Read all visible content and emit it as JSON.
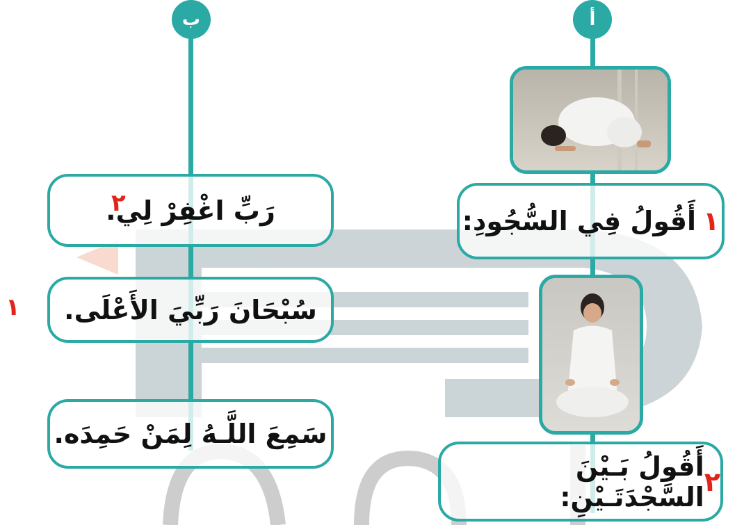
{
  "columns": {
    "right": {
      "badge": "أ"
    },
    "left": {
      "badge": "ب"
    }
  },
  "right_boxes": [
    {
      "number": "١",
      "text": "أَقُولُ فِي السُّجُودِ:"
    },
    {
      "number": "٢",
      "text": "أَقُولُ بَـيْنَ السَّجْدَتَـيْنِ:"
    }
  ],
  "left_boxes": [
    {
      "number": "٢",
      "text": "رَبِّ اغْفِرْ لِي."
    },
    {
      "number": "١",
      "text": "سُبْحَانَ رَبِّيَ الأَعْلَى."
    },
    {
      "text": "سَمِعَ اللَّـهُ لِمَنْ حَمِدَه."
    }
  ],
  "images": [
    {
      "icon": "boy-prostrating-image"
    },
    {
      "icon": "boy-sitting-image"
    }
  ],
  "colors": {
    "accent": "#2aa9a5",
    "number": "#e1251b",
    "watermark": "#9aaab0"
  }
}
